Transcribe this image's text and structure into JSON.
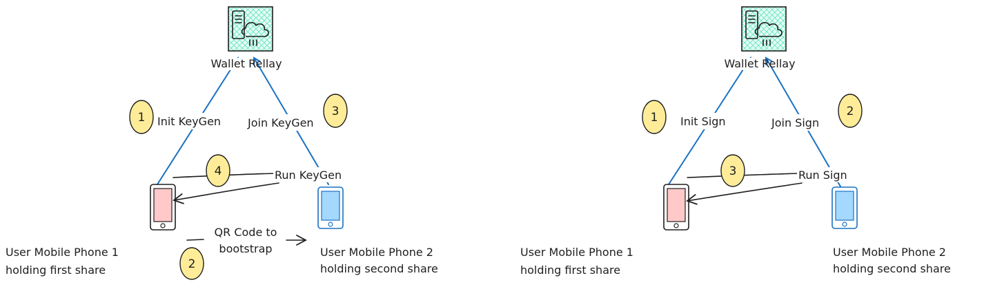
{
  "keygen": {
    "relay_label": "Wallet Rellay",
    "edge_init": "Init KeyGen",
    "edge_join": "Join KeyGen",
    "edge_run": "Run KeyGen",
    "qr_line1": "QR Code to",
    "qr_line2": "bootstrap",
    "phone1_line1": "User Mobile Phone 1",
    "phone1_line2": "holding first share",
    "phone2_line1": "User Mobile Phone 2",
    "phone2_line2": "holding second share",
    "step_init": "1",
    "step_qr": "2",
    "step_join": "3",
    "step_run": "4"
  },
  "sign": {
    "relay_label": "Wallet Rellay",
    "edge_init": "Init Sign",
    "edge_join": "Join Sign",
    "edge_run": "Run Sign",
    "phone1_line1": "User Mobile Phone 1",
    "phone1_line2": "holding first share",
    "phone2_line1": "User Mobile Phone 2",
    "phone2_line2": "holding second share",
    "step_init": "1",
    "step_join": "2",
    "step_run": "3"
  },
  "colors": {
    "arrow_blue": "#1971c2",
    "badge_fill": "#ffec99",
    "phone1_fill": "#ffc9c9",
    "phone2_fill": "#a5d8ff",
    "relay_fill": "#96f2d7"
  },
  "icons": [
    "relay-server-cloud-icon",
    "mobile-phone-icon"
  ]
}
